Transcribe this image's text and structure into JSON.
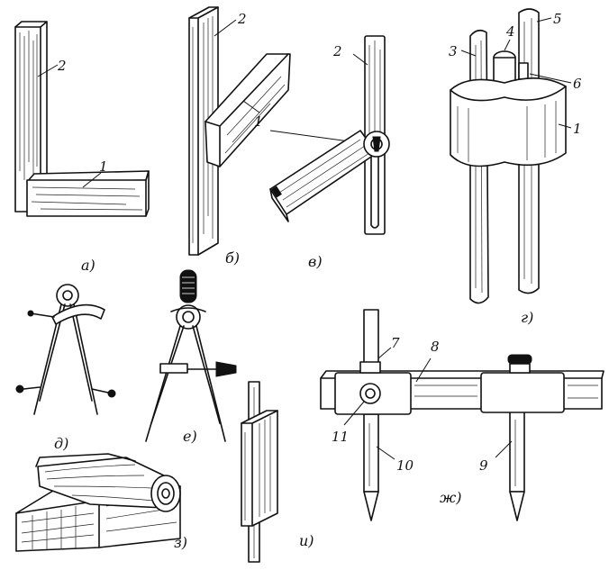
{
  "figures": [
    {
      "id": "a",
      "caption": "а)",
      "labels": [
        "2",
        "1"
      ]
    },
    {
      "id": "b",
      "caption": "б)",
      "labels": [
        "2",
        "1"
      ]
    },
    {
      "id": "v",
      "caption": "в)",
      "labels": [
        "2"
      ]
    },
    {
      "id": "g",
      "caption": "г)",
      "labels": [
        "3",
        "4",
        "5",
        "6",
        "1"
      ]
    },
    {
      "id": "d",
      "caption": "д)",
      "labels": []
    },
    {
      "id": "e",
      "caption": "е)",
      "labels": []
    },
    {
      "id": "z",
      "caption": "з)",
      "labels": []
    },
    {
      "id": "i",
      "caption": "и)",
      "labels": []
    },
    {
      "id": "zh",
      "caption": "ж)",
      "labels": [
        "7",
        "8",
        "11",
        "10",
        "9"
      ]
    }
  ]
}
